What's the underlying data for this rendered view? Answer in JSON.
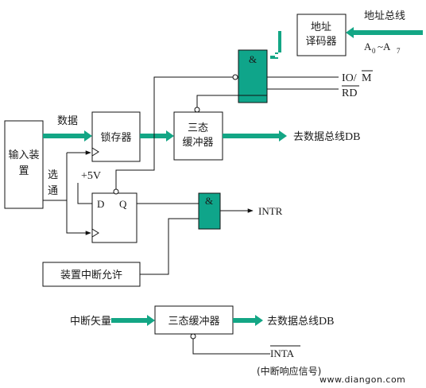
{
  "colors": {
    "bus": "#13a685",
    "gate": "#0fa58a",
    "line": "#111111",
    "text": "#1a1a1a"
  },
  "blocks": {
    "input_device": [
      "输入装",
      "置"
    ],
    "latch": "锁存器",
    "tristate_top": [
      "三态",
      "缓冲器"
    ],
    "addr_decoder": [
      "地址",
      "译码器"
    ],
    "dff_d": "D",
    "dff_q": "Q",
    "int_enable": "装置中断允许",
    "tristate_bottom": "三态缓冲器"
  },
  "gates": {
    "and_top": "&",
    "and_mid": "&"
  },
  "labels": {
    "data": "数据",
    "strobe": [
      "选",
      "通"
    ],
    "vcc": "+5V",
    "addr_bus": "地址总线",
    "addr_range": {
      "a0": "A",
      "s0": "0",
      "tilde": "~A",
      "s7": "7"
    },
    "io_m": "IO/",
    "m_bar": "M",
    "rd": "RD",
    "to_db_top": "去数据总线",
    "db_top": "DB",
    "intr": "INTR",
    "int_vector": "中断矢量",
    "to_db_bottom": "去数据总线",
    "db_bottom": "DB",
    "inta": "INTA",
    "inta_note": "(中断响应信号)",
    "watermark": "www.diangon.com"
  }
}
